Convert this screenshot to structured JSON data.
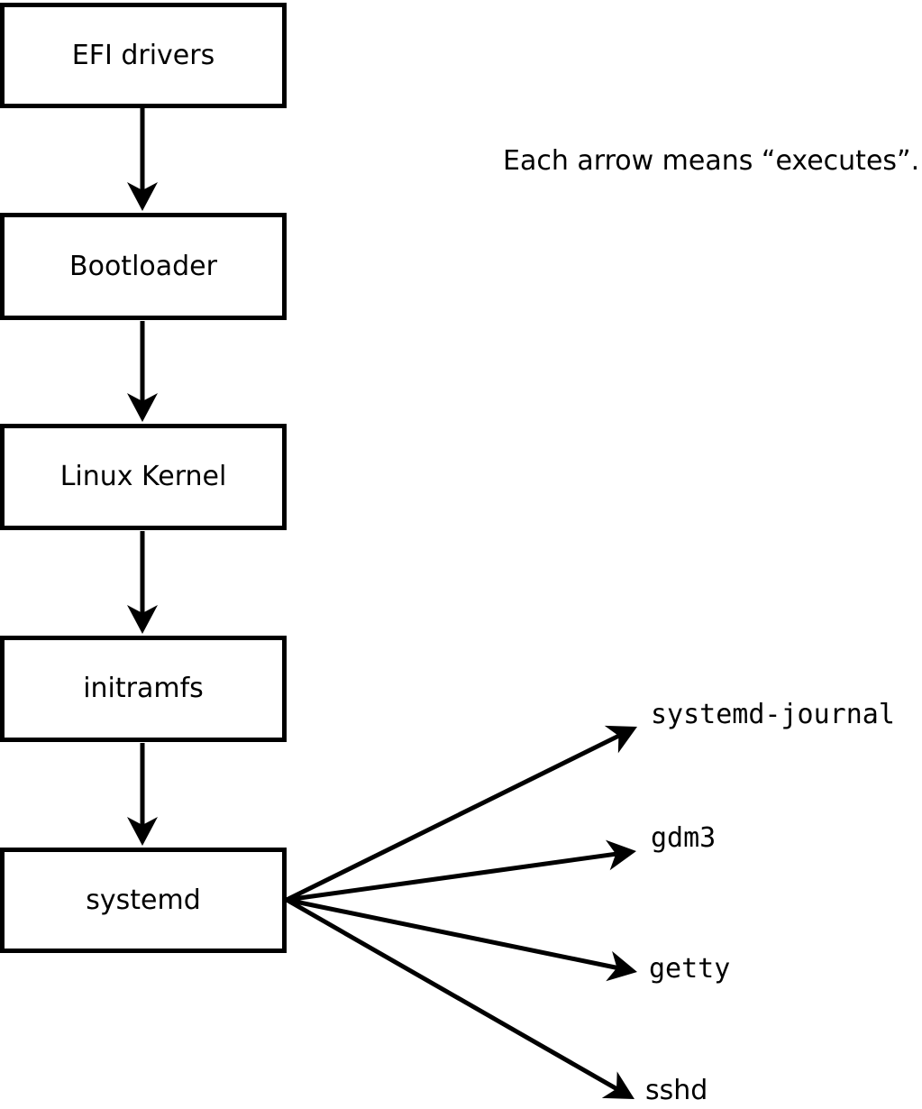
{
  "diagram": {
    "annotation": "Each arrow means “executes”.",
    "edge_relation": "executes",
    "colors": {
      "background": "#ffffff",
      "box_fill": "#ffffff",
      "box_border": "#000000",
      "line": "#000000",
      "text": "#000000"
    },
    "nodes": [
      "EFI drivers",
      "Bootloader",
      "Linux Kernel",
      "initramfs",
      "systemd"
    ],
    "leaves": [
      "systemd-journal",
      "gdm3",
      "getty",
      "sshd"
    ],
    "edges": [
      {
        "from": "EFI drivers",
        "to": "Bootloader"
      },
      {
        "from": "Bootloader",
        "to": "Linux Kernel"
      },
      {
        "from": "Linux Kernel",
        "to": "initramfs"
      },
      {
        "from": "initramfs",
        "to": "systemd"
      },
      {
        "from": "systemd",
        "to": "systemd-journal"
      },
      {
        "from": "systemd",
        "to": "gdm3"
      },
      {
        "from": "systemd",
        "to": "getty"
      },
      {
        "from": "systemd",
        "to": "sshd"
      }
    ]
  }
}
